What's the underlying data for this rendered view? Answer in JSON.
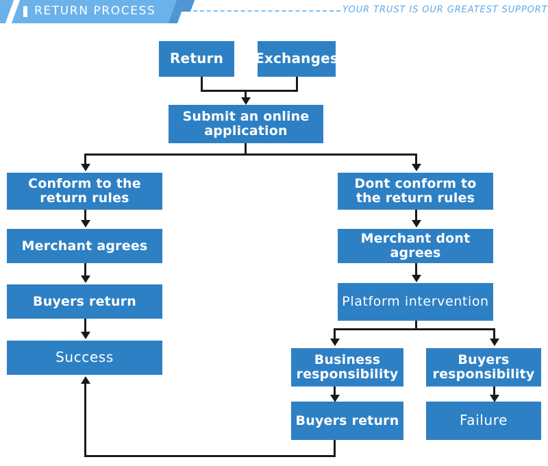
{
  "header": {
    "title": "RETURN PROCESS",
    "tagline": "YOUR TRUST IS OUR GREATEST SUPPORT",
    "bar_icon": "bar-icon",
    "dash_divider": "dashed-divider",
    "colors": {
      "banner": "#6CB2EA",
      "banner_tip": "#4E96D4",
      "tagline_text": "#63A8E8"
    }
  },
  "diagram": {
    "type": "flowchart",
    "node_fill": "#2E80C4",
    "node_text": "#FFFFFF",
    "connector_color": "#1A1A1A",
    "nodes": [
      {
        "id": "return",
        "label": "Return"
      },
      {
        "id": "exchanges",
        "label": "Exchanges"
      },
      {
        "id": "submit",
        "label": "Submit an online application"
      },
      {
        "id": "conform",
        "label": "Conform to the return rules"
      },
      {
        "id": "merchant-agrees",
        "label": "Merchant agrees"
      },
      {
        "id": "buyers-return-left",
        "label": "Buyers return"
      },
      {
        "id": "success",
        "label": "Success"
      },
      {
        "id": "dont-conform",
        "label": "Dont conform to the return rules"
      },
      {
        "id": "merchant-dont-agrees",
        "label": "Merchant dont agrees"
      },
      {
        "id": "platform",
        "label": "Platform intervention"
      },
      {
        "id": "business-resp",
        "label": "Business responsibility"
      },
      {
        "id": "buyers-resp",
        "label": "Buyers responsibility"
      },
      {
        "id": "buyers-return-right",
        "label": "Buyers return"
      },
      {
        "id": "failure",
        "label": "Failure"
      }
    ],
    "edges": [
      {
        "from": "return",
        "to": "submit"
      },
      {
        "from": "exchanges",
        "to": "submit"
      },
      {
        "from": "submit",
        "to": "conform"
      },
      {
        "from": "submit",
        "to": "dont-conform"
      },
      {
        "from": "conform",
        "to": "merchant-agrees"
      },
      {
        "from": "merchant-agrees",
        "to": "buyers-return-left"
      },
      {
        "from": "buyers-return-left",
        "to": "success"
      },
      {
        "from": "dont-conform",
        "to": "merchant-dont-agrees"
      },
      {
        "from": "merchant-dont-agrees",
        "to": "platform"
      },
      {
        "from": "platform",
        "to": "business-resp"
      },
      {
        "from": "platform",
        "to": "buyers-resp"
      },
      {
        "from": "business-resp",
        "to": "buyers-return-right"
      },
      {
        "from": "buyers-resp",
        "to": "failure"
      },
      {
        "from": "buyers-return-right",
        "to": "success"
      }
    ]
  }
}
